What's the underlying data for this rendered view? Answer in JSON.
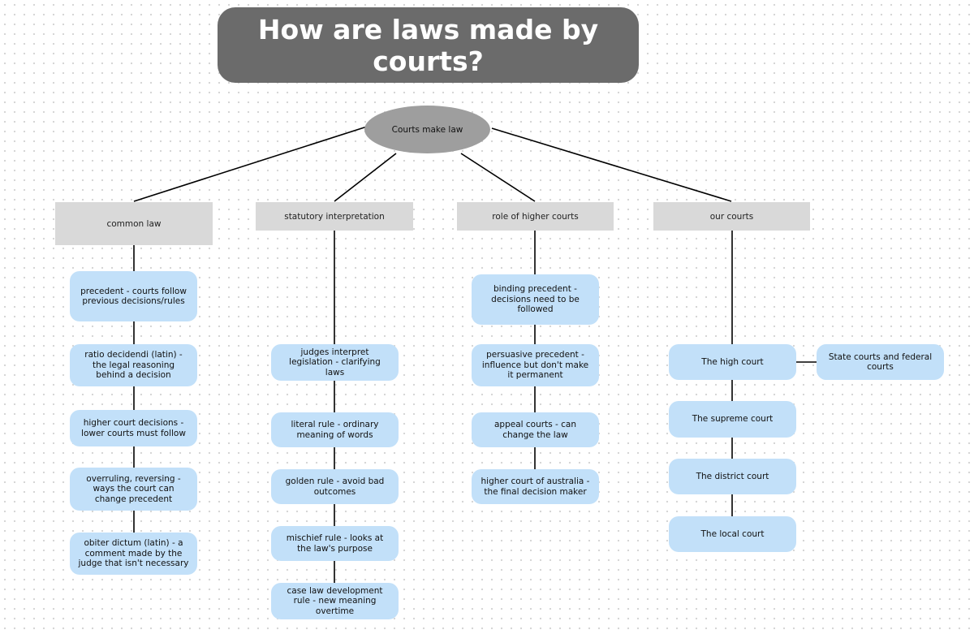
{
  "title": "How are laws made by courts?",
  "root": {
    "label": "Courts make law"
  },
  "branches": [
    {
      "category": "common law",
      "items": [
        "precedent - courts follow previous decisions/rules",
        "ratio decidendi (latin) - the legal reasoning behind a decision",
        "higher court decisions - lower courts must follow",
        "overruling, reversing - ways the court can change precedent",
        "obiter dictum (latin) - a comment made by the judge that isn't necessary"
      ]
    },
    {
      "category": "statutory interpretation",
      "items": [
        "judges interpret legislation - clarifying laws",
        "literal rule - ordinary meaning of words",
        "golden rule - avoid bad outcomes",
        "mischief rule - looks at the law's purpose",
        "case law development rule - new meaning overtime"
      ]
    },
    {
      "category": "role of higher courts",
      "items": [
        "binding precedent - decisions need to be followed",
        "persuasive precedent - influence but don't make it permanent",
        "appeal courts - can change the law",
        "higher court of australia - the final decision maker"
      ]
    },
    {
      "category": "our courts",
      "items": [
        "The high court",
        "The supreme court",
        "The district court",
        "The local court"
      ],
      "side_item": "State courts and federal courts"
    }
  ],
  "colors": {
    "title_bg": "#6b6b6b",
    "root_bg": "#9e9e9e",
    "category_bg": "#d9d9d9",
    "leaf_bg": "#c2e0f9",
    "line": "#000000"
  }
}
